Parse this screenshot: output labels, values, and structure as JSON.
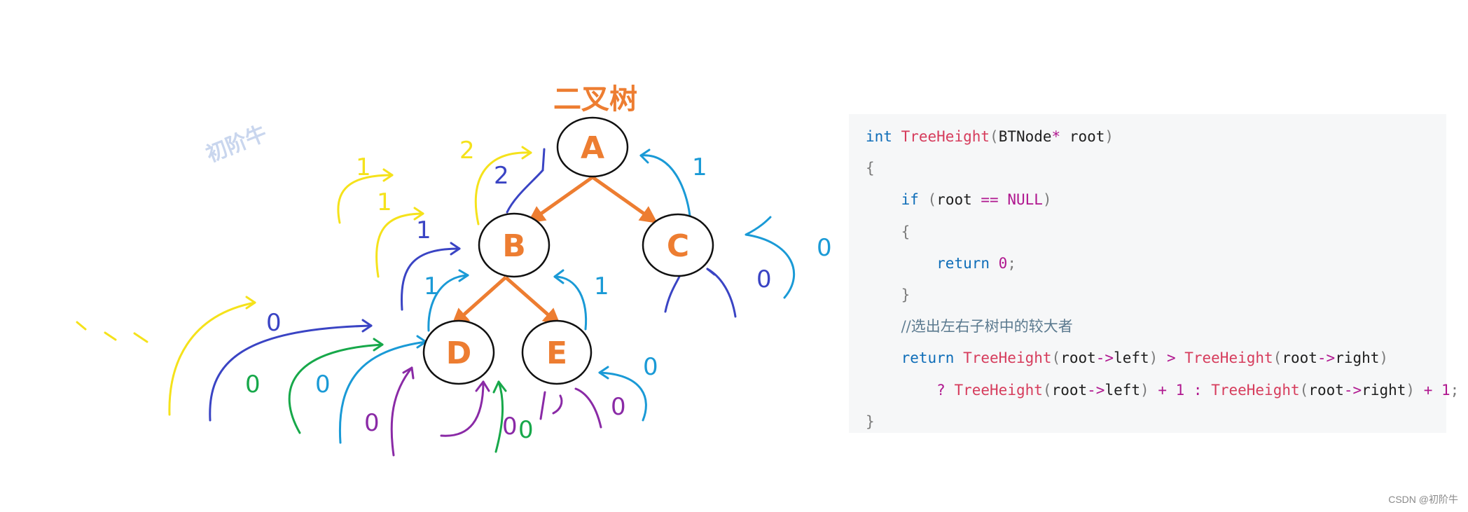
{
  "diagram": {
    "title": "二叉树",
    "watermark": "初阶牛",
    "nodes": [
      {
        "id": "A",
        "label": "A"
      },
      {
        "id": "B",
        "label": "B"
      },
      {
        "id": "C",
        "label": "C"
      },
      {
        "id": "D",
        "label": "D"
      },
      {
        "id": "E",
        "label": "E"
      }
    ],
    "edges": [
      {
        "from": "A",
        "to": "B"
      },
      {
        "from": "A",
        "to": "C"
      },
      {
        "from": "B",
        "to": "D"
      },
      {
        "from": "B",
        "to": "E"
      }
    ],
    "colors": {
      "accent": "#ed7d31",
      "node_stroke": "#111111",
      "watermark": "#c9d6ee",
      "yellow": "#f5e21b",
      "blue": "#3a44c4",
      "green": "#17a84a",
      "cyan": "#1a9ad6",
      "purple": "#8a2aa6"
    },
    "annotations": {
      "yellow_1": "1",
      "yellow_2": "1",
      "yellow_3": "2",
      "blue_1": "2",
      "blue_2": "1",
      "blue_3": "0",
      "blue_4": "0",
      "green_1": "0",
      "green_2": "0",
      "cyan_1": "1",
      "cyan_2": "1",
      "cyan_3": "1",
      "cyan_4": "0",
      "cyan_5": "0",
      "cyan_6": "0",
      "purple_1": "0",
      "purple_2": "0",
      "purple_3": "0"
    }
  },
  "code": {
    "lines": [
      [
        {
          "t": "int",
          "c": "kw"
        },
        {
          "t": " ",
          "c": "plain"
        },
        {
          "t": "TreeHeight",
          "c": "fn"
        },
        {
          "t": "(",
          "c": "punc"
        },
        {
          "t": "BTNode",
          "c": "plain"
        },
        {
          "t": "*",
          "c": "op"
        },
        {
          "t": " root",
          "c": "plain"
        },
        {
          "t": ")",
          "c": "punc"
        }
      ],
      [
        {
          "t": "{",
          "c": "punc"
        }
      ],
      [
        {
          "t": "    ",
          "c": "plain"
        },
        {
          "t": "if",
          "c": "kw"
        },
        {
          "t": " (",
          "c": "punc"
        },
        {
          "t": "root ",
          "c": "plain"
        },
        {
          "t": "==",
          "c": "op"
        },
        {
          "t": " ",
          "c": "plain"
        },
        {
          "t": "NULL",
          "c": "lit"
        },
        {
          "t": ")",
          "c": "punc"
        }
      ],
      [
        {
          "t": "    ",
          "c": "plain"
        },
        {
          "t": "{",
          "c": "punc"
        }
      ],
      [
        {
          "t": "        ",
          "c": "plain"
        },
        {
          "t": "return",
          "c": "kw"
        },
        {
          "t": " ",
          "c": "plain"
        },
        {
          "t": "0",
          "c": "lit"
        },
        {
          "t": ";",
          "c": "punc"
        }
      ],
      [
        {
          "t": "    ",
          "c": "plain"
        },
        {
          "t": "}",
          "c": "punc"
        }
      ],
      [
        {
          "t": "    ",
          "c": "plain"
        },
        {
          "t": "//选出左右子树中的较大者",
          "c": "cmt"
        }
      ],
      [
        {
          "t": "    ",
          "c": "plain"
        },
        {
          "t": "return",
          "c": "kw"
        },
        {
          "t": " ",
          "c": "plain"
        },
        {
          "t": "TreeHeight",
          "c": "fn"
        },
        {
          "t": "(",
          "c": "punc"
        },
        {
          "t": "root",
          "c": "plain"
        },
        {
          "t": "->",
          "c": "op"
        },
        {
          "t": "left",
          "c": "plain"
        },
        {
          "t": ")",
          "c": "punc"
        },
        {
          "t": " > ",
          "c": "op"
        },
        {
          "t": "TreeHeight",
          "c": "fn"
        },
        {
          "t": "(",
          "c": "punc"
        },
        {
          "t": "root",
          "c": "plain"
        },
        {
          "t": "->",
          "c": "op"
        },
        {
          "t": "right",
          "c": "plain"
        },
        {
          "t": ")",
          "c": "punc"
        }
      ],
      [
        {
          "t": "        ",
          "c": "plain"
        },
        {
          "t": "?",
          "c": "op"
        },
        {
          "t": " ",
          "c": "plain"
        },
        {
          "t": "TreeHeight",
          "c": "fn"
        },
        {
          "t": "(",
          "c": "punc"
        },
        {
          "t": "root",
          "c": "plain"
        },
        {
          "t": "->",
          "c": "op"
        },
        {
          "t": "left",
          "c": "plain"
        },
        {
          "t": ")",
          "c": "punc"
        },
        {
          "t": " + ",
          "c": "op"
        },
        {
          "t": "1",
          "c": "lit"
        },
        {
          "t": " : ",
          "c": "op"
        },
        {
          "t": "TreeHeight",
          "c": "fn"
        },
        {
          "t": "(",
          "c": "punc"
        },
        {
          "t": "root",
          "c": "plain"
        },
        {
          "t": "->",
          "c": "op"
        },
        {
          "t": "right",
          "c": "plain"
        },
        {
          "t": ")",
          "c": "punc"
        },
        {
          "t": " + ",
          "c": "op"
        },
        {
          "t": "1",
          "c": "lit"
        },
        {
          "t": ";",
          "c": "punc"
        }
      ],
      [
        {
          "t": "}",
          "c": "punc"
        }
      ]
    ]
  },
  "footer": {
    "credit": "CSDN @初阶牛"
  }
}
